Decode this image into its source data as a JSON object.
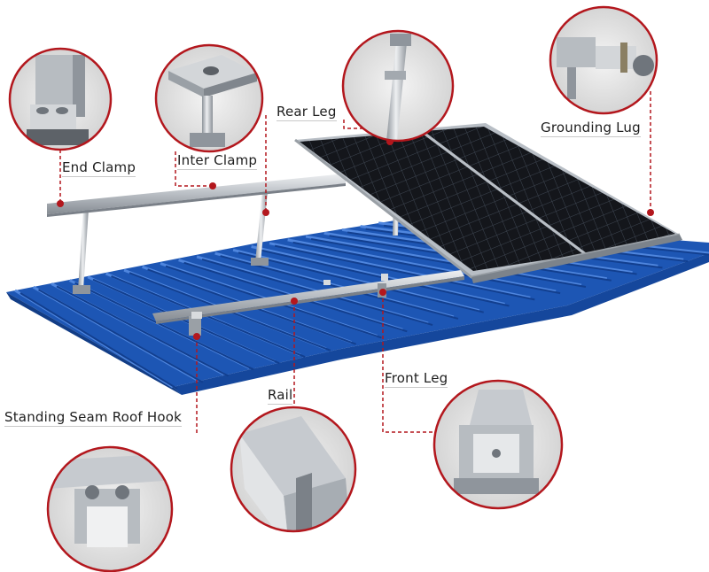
{
  "labels": {
    "end_clamp": "End Clamp",
    "inter_clamp": "Inter Clamp",
    "rear_leg": "Rear Leg",
    "grounding_lug": "Grounding Lug",
    "standing_seam_roof_hook": "Standing Seam Roof Hook",
    "rail": "Rail",
    "front_leg": "Front Leg"
  },
  "colors": {
    "callout": "#b3171d",
    "roof": "#1d56b4",
    "panel": "#15171c",
    "aluminum": "#c4c9ce"
  }
}
